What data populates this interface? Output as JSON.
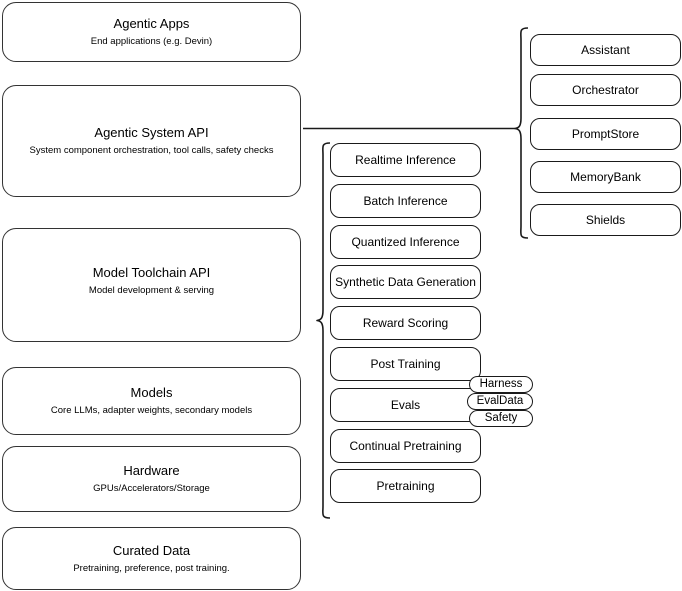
{
  "diagram": {
    "title": "Agentic stack layered architecture",
    "stroke_color": "#1a1a1a",
    "background_color": "#ffffff"
  },
  "layers": [
    {
      "id": "agentic-apps",
      "title": "Agentic Apps",
      "subtitle": "End applications (e.g. Devin)"
    },
    {
      "id": "agentic-system-api",
      "title": "Agentic System API",
      "subtitle": "System component orchestration, tool calls, safety checks"
    },
    {
      "id": "model-toolchain-api",
      "title": "Model Toolchain API",
      "subtitle": "Model development & serving"
    },
    {
      "id": "models",
      "title": "Models",
      "subtitle": "Core LLMs, adapter weights, secondary models"
    },
    {
      "id": "hardware",
      "title": "Hardware",
      "subtitle": "GPUs/Accelerators/Storage"
    },
    {
      "id": "curated-data",
      "title": "Curated Data",
      "subtitle": "Pretraining, preference, post training."
    }
  ],
  "toolchain_components": [
    {
      "id": "realtime-inference",
      "label": "Realtime Inference"
    },
    {
      "id": "batch-inference",
      "label": "Batch Inference"
    },
    {
      "id": "quantized-inference",
      "label": "Quantized Inference"
    },
    {
      "id": "synthetic-data-generation",
      "label": "Synthetic Data Generation"
    },
    {
      "id": "reward-scoring",
      "label": "Reward Scoring"
    },
    {
      "id": "post-training",
      "label": "Post Training"
    },
    {
      "id": "evals",
      "label": "Evals"
    },
    {
      "id": "continual-pretraining",
      "label": "Continual Pretraining"
    },
    {
      "id": "pretraining",
      "label": "Pretraining"
    }
  ],
  "evals_badges": [
    {
      "id": "harness",
      "label": "Harness"
    },
    {
      "id": "evaldata",
      "label": "EvalData"
    },
    {
      "id": "safety",
      "label": "Safety"
    }
  ],
  "system_components": [
    {
      "id": "assistant",
      "label": "Assistant"
    },
    {
      "id": "orchestrator",
      "label": "Orchestrator"
    },
    {
      "id": "promptstore",
      "label": "PromptStore"
    },
    {
      "id": "memorybank",
      "label": "MemoryBank"
    },
    {
      "id": "shields",
      "label": "Shields"
    }
  ]
}
